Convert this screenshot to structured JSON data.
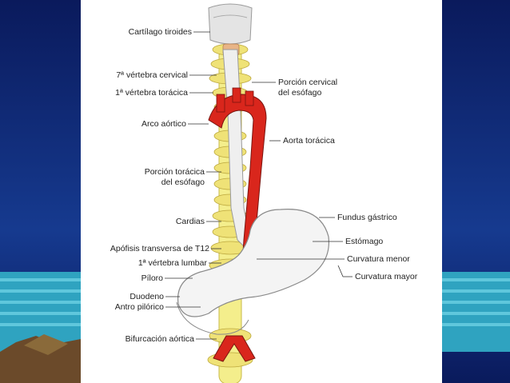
{
  "slide": {
    "colors": {
      "background_top": "#0b1f6b",
      "background_band": "#3fb3c9",
      "spine": "#f2ea7a",
      "aorta": "#d9261c",
      "esophagus": "#e6e6e6",
      "label_text": "#222222"
    }
  },
  "labels": {
    "left": [
      "Cartílago tiroides",
      "7ª vértebra cervical",
      "1ª vértebra torácica",
      "Arco aórtico",
      "Porción torácica",
      "del esófago",
      "Cardias",
      "Apófisis transversa de T12",
      "1ª vértebra lumbar",
      "Píloro",
      "Duodeno",
      "Antro pilórico",
      "Bifurcación aórtica"
    ],
    "right": [
      "Porción cervical",
      "del esófago",
      "Aorta torácica",
      "Fundus gástrico",
      "Estómago",
      "Curvatura menor",
      "Curvatura mayor"
    ]
  }
}
